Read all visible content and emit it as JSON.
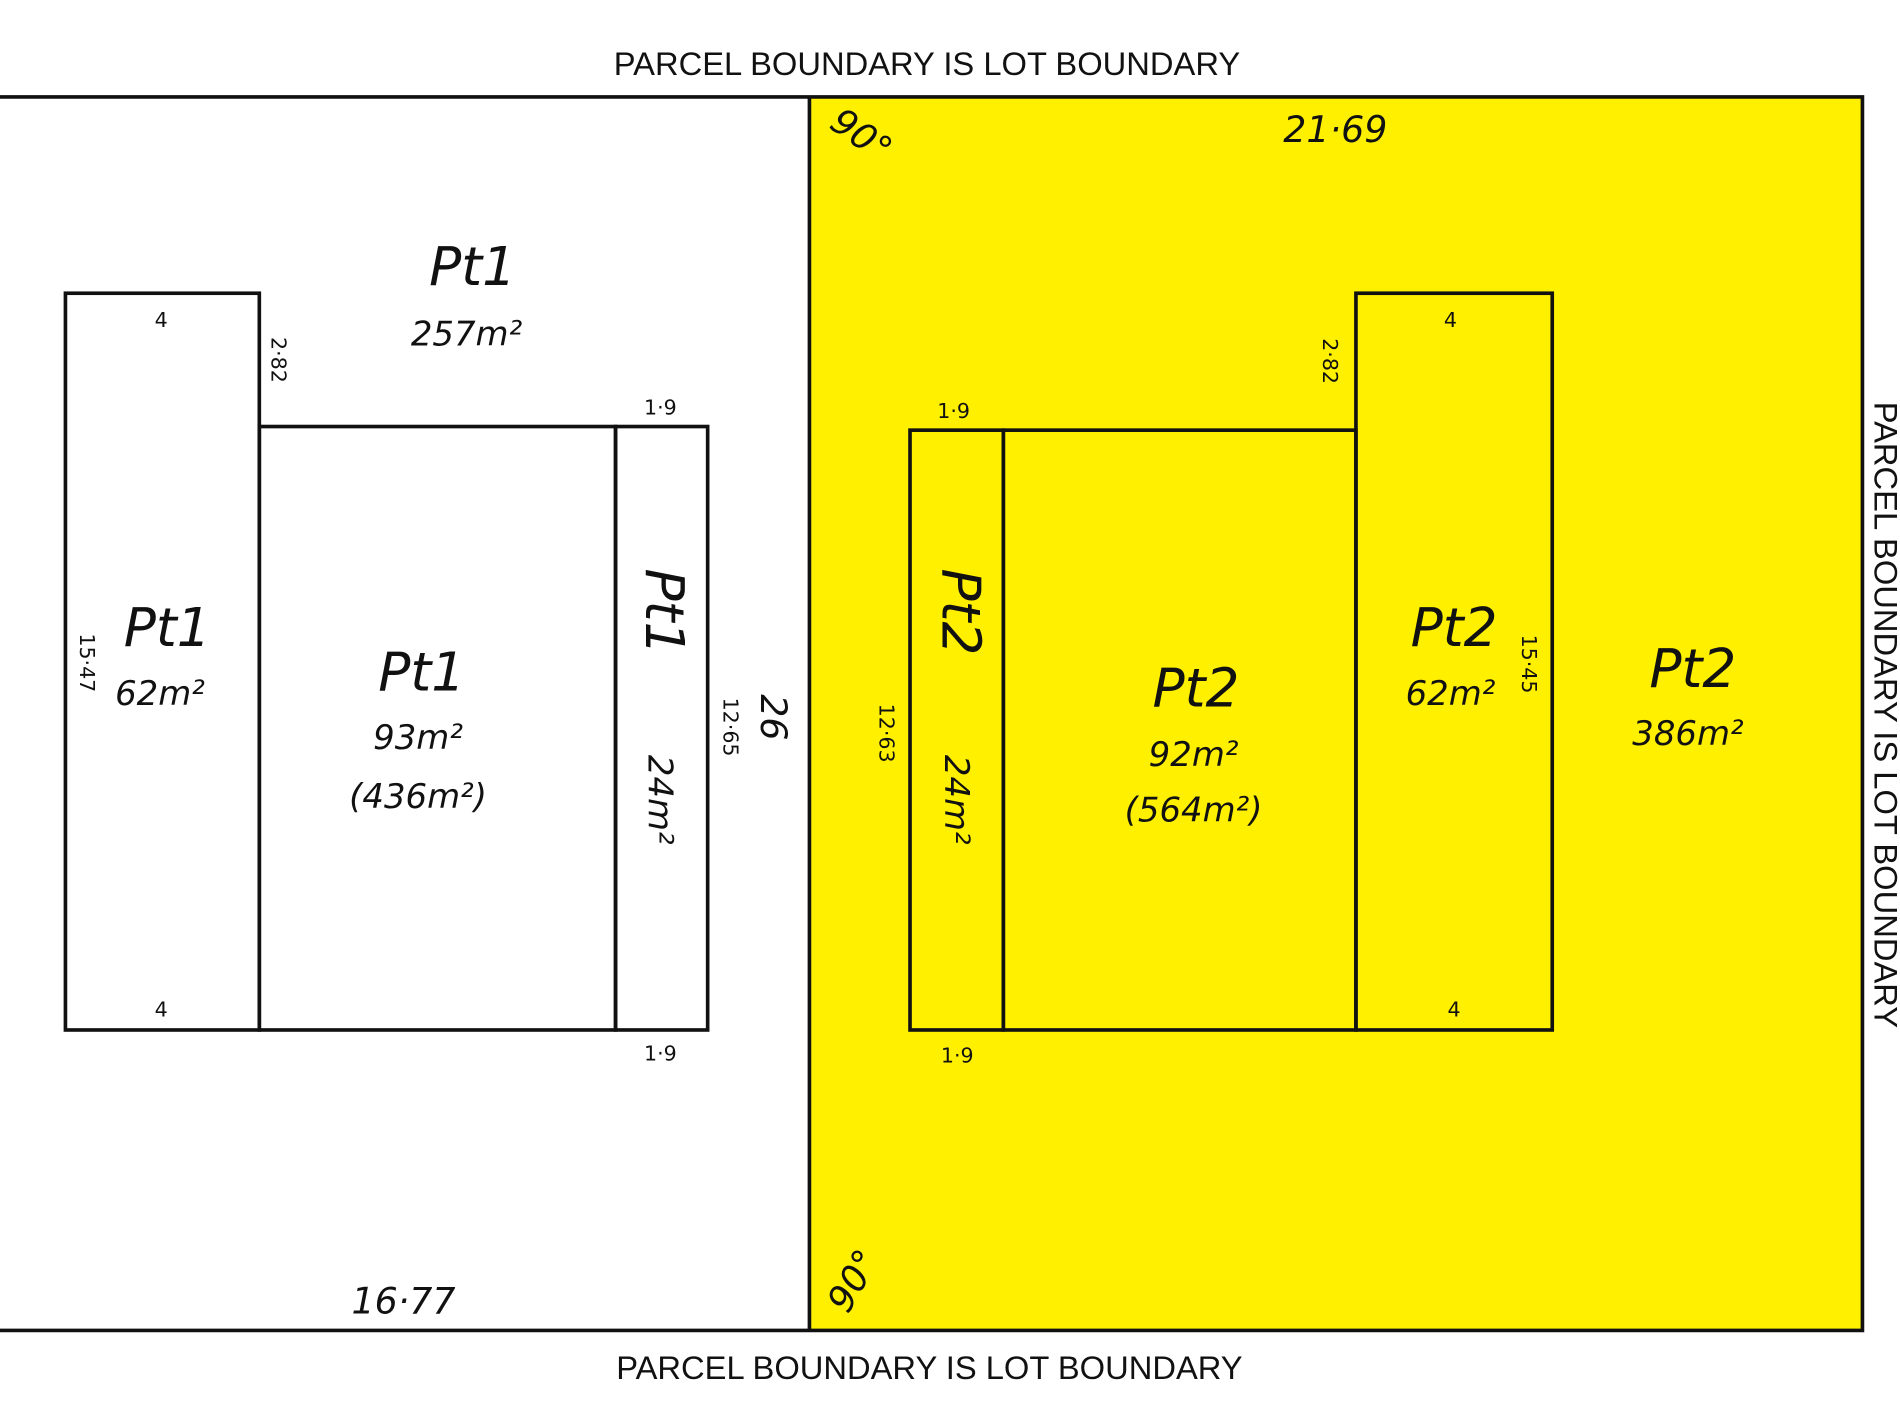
{
  "labels": {
    "top": "PARCEL BOUNDARY IS LOT BOUNDARY",
    "bottom": "PARCEL BOUNDARY IS LOT BOUNDARY",
    "right": "PARCEL BOUNDARY IS LOT BOUNDARY"
  },
  "colors": {
    "parcel2_fill": "#FFF000",
    "line": "#111111"
  },
  "dimensions": {
    "top_length": "21·69",
    "bottom_length": "16·77",
    "angle_top": "90°",
    "angle_bottom": "90°",
    "depth": "26",
    "pt1_left_top": "4",
    "pt1_left_bottom": "4",
    "pt1_left_side": "15·47",
    "pt1_offset": "2·82",
    "pt1_strip_top": "1·9",
    "pt1_strip_bottom": "1·9",
    "pt1_strip_side": "12·65",
    "pt2_right_top": "4",
    "pt2_right_bottom": "4",
    "pt2_right_side": "15·45",
    "pt2_offset": "2·82",
    "pt2_strip_top": "1·9",
    "pt2_strip_bottom": "1·9",
    "pt2_strip_side": "12·63"
  },
  "parcels": {
    "pt1_open": {
      "name": "Pt1",
      "area": "257m²"
    },
    "pt1_left": {
      "name": "Pt1",
      "area": "62m²"
    },
    "pt1_main": {
      "name": "Pt1",
      "area": "93m²",
      "total": "(436m²)"
    },
    "pt1_strip": {
      "name": "Pt1",
      "area": "24m²"
    },
    "pt2_strip": {
      "name": "Pt2",
      "area": "24m²"
    },
    "pt2_main": {
      "name": "Pt2",
      "area": "92m²",
      "total": "(564m²)"
    },
    "pt2_right": {
      "name": "Pt2",
      "area": "62m²"
    },
    "pt2_open": {
      "name": "Pt2",
      "area": "386m²"
    }
  }
}
